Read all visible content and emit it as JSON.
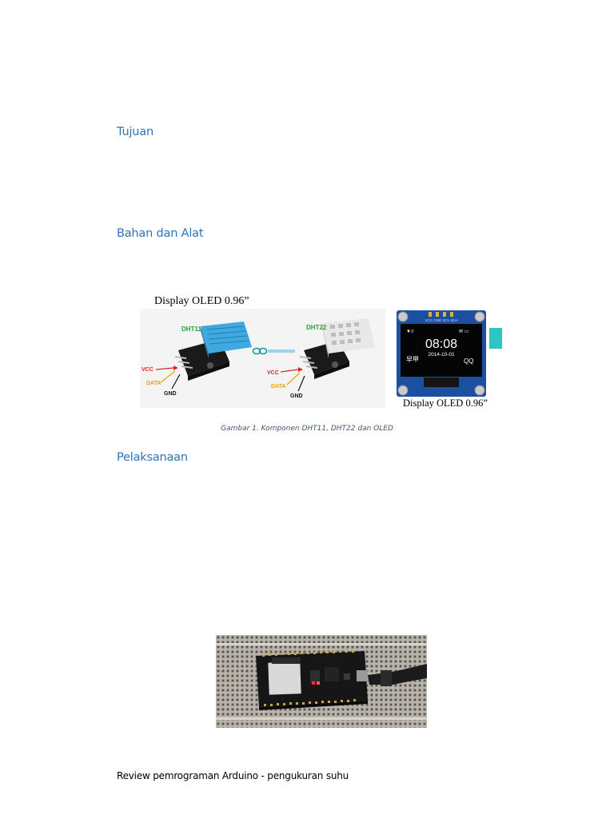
{
  "headings": {
    "tujuan": "Tujuan",
    "bahan": "Bahan dan Alat",
    "pelaksanaan": "Pelaksanaan"
  },
  "figure1": {
    "top_label": "Display OLED 0.96”",
    "sensor_labels": {
      "dht11": "DHT11",
      "dht22": "DHT22",
      "vcc": "VCC",
      "data": "DATA",
      "gnd": "GND"
    },
    "oled": {
      "header_text": "VCC GND SCL SDA",
      "time": "08:08",
      "date": "2014-10-01",
      "left_text": "早甲",
      "right_text": "QQ"
    },
    "oled_label": "Display OLED 0.96”",
    "caption": "Gambar 1. Komponen DHT11, DHT22 dan OLED"
  },
  "footer": "Review pemrograman Arduino - pengukuran suhu",
  "colors": {
    "heading": "#2e74b5",
    "caption": "#44546a",
    "dht11_body": "#3fa9e0",
    "oled_pcb": "#1d4fa0",
    "oled_text": "#ffffff"
  }
}
